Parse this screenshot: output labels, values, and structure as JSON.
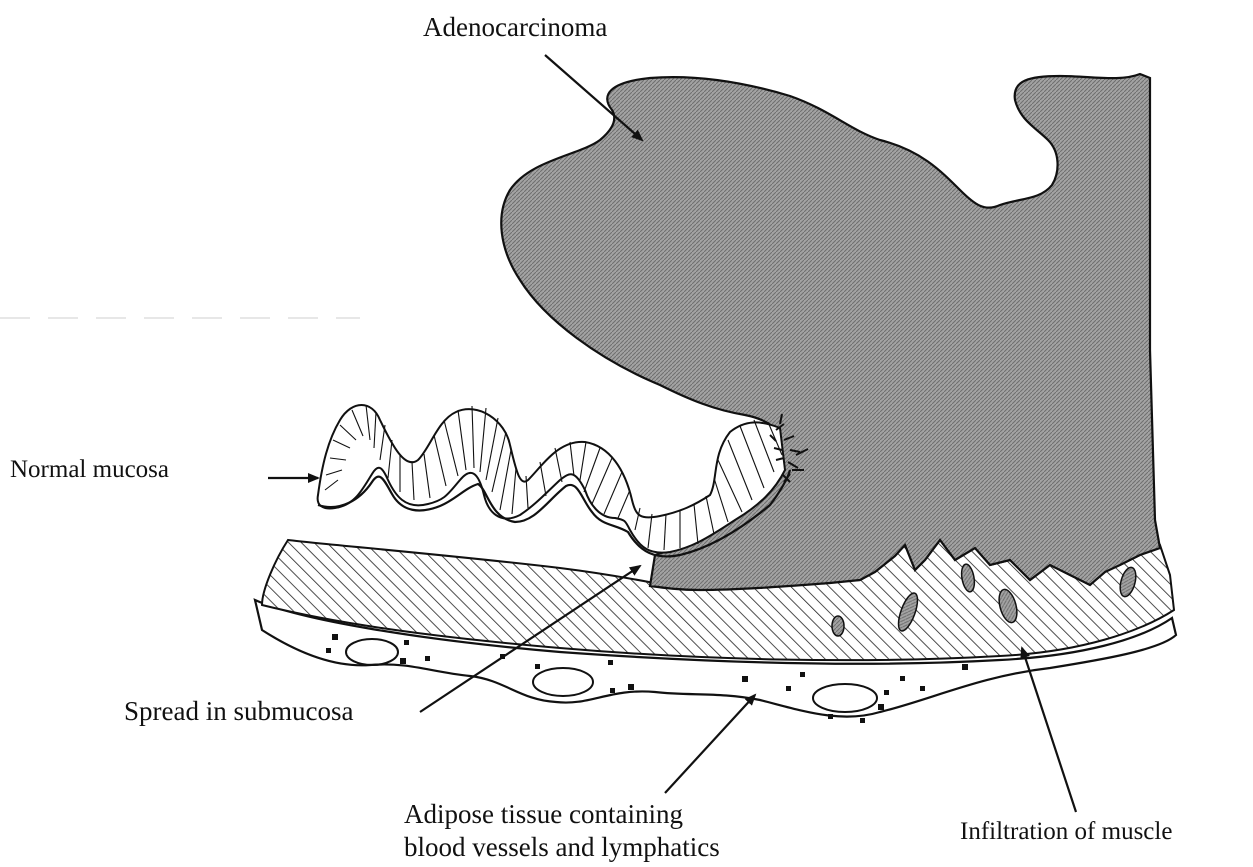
{
  "labels": {
    "adenocarcinoma": "Adenocarcinoma",
    "normal_mucosa": "Normal mucosa",
    "spread_submucosa": "Spread in submucosa",
    "adipose_line1": "Adipose tissue containing",
    "adipose_line2": "blood vessels and lymphatics",
    "infiltration_muscle": "Infiltration of muscle"
  },
  "colors": {
    "tumor_fill": "#9a9a9a",
    "ink": "#111111",
    "background": "#ffffff"
  }
}
